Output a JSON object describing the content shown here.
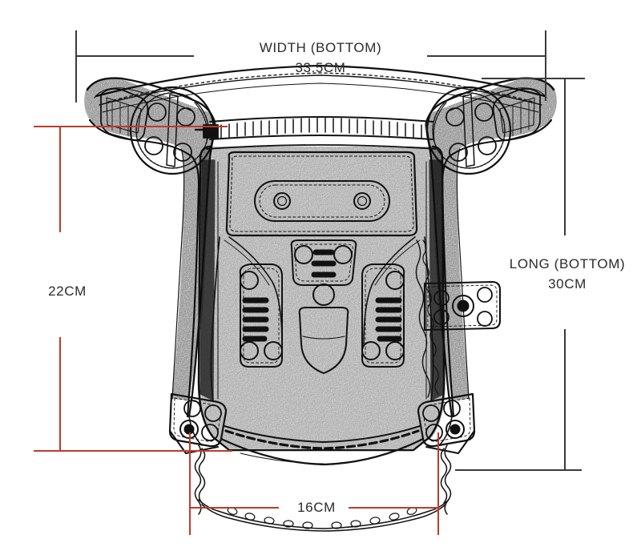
{
  "page": {
    "background_color": "#ffffff",
    "title": "Bag dimension diagram",
    "subject": "steampunk leg waist bag technical drawing"
  },
  "colors": {
    "line_black": "#3a3a3a",
    "line_red": "#bd3a2d",
    "text": "#2b2b2b",
    "artwork": "#000000"
  },
  "dimensions": {
    "width_bottom": {
      "name": "WIDTH  (BOTTOM)",
      "value": "33.5CM",
      "orientation": "horizontal",
      "line_color": "#3a3a3a",
      "position": "top"
    },
    "long_bottom": {
      "name": "LONG  (BOTTOM)",
      "value": "30CM",
      "orientation": "vertical",
      "line_color": "#3a3a3a",
      "position": "right"
    },
    "height_left": {
      "name": "",
      "value": "22CM",
      "orientation": "vertical",
      "line_color": "#bd3a2d",
      "position": "left"
    },
    "width_bottom_inner": {
      "name": "",
      "value": "16CM",
      "orientation": "horizontal",
      "line_color": "#bd3a2d",
      "position": "bottom"
    }
  },
  "artwork": {
    "name": "leg-bag-illustration",
    "description": "Line-art sketch of a steampunk leather leg bag with top zipper, two riveted shoulder tabs, front flap pocket with two eyelets, grommet panels and hanging chains."
  }
}
